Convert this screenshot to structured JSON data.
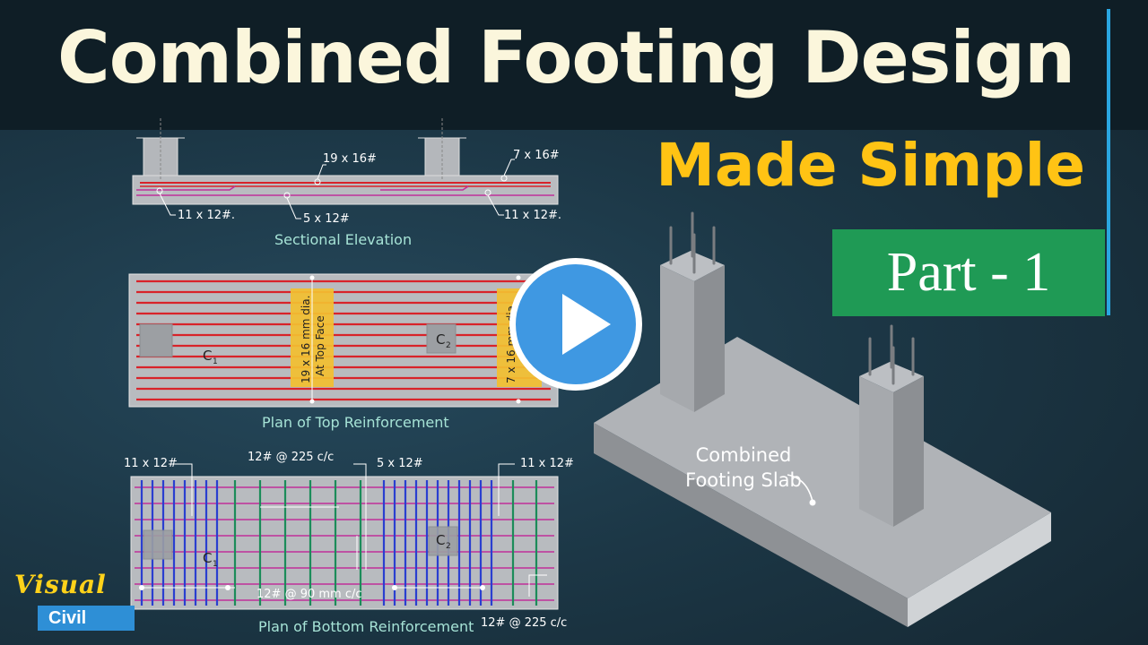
{
  "header": {
    "title": "Combined Footing Design",
    "subtitle": "Made Simple",
    "badge": "Part - 1"
  },
  "elevation": {
    "caption": "Sectional Elevation",
    "top_bars_mid": "19 x 16#",
    "top_bars_right": "7 x 16#",
    "bottom_left": "11 x 12#.",
    "bottom_mid": "5 x 12#",
    "bottom_right": "11 x 12#."
  },
  "top_plan": {
    "caption": "Plan of Top Reinforcement",
    "band1": "19 x 16 mm dia.",
    "band1b": "At Top Face",
    "band2": "7 x 16 mm dia.",
    "c1": "C",
    "c1_sub": "1",
    "c2": "C",
    "c2_sub": "2"
  },
  "bottom_plan": {
    "caption": "Plan of Bottom Reinforcement",
    "left_bars": "11 x 12#",
    "spacing_top": "12# @ 225 c/c",
    "mid_bars": "5 x 12#",
    "right_bars": "11 x 12#",
    "spacing_mid": "12# @ 90 mm c/c",
    "spacing_bottom": "12# @ 225 c/c",
    "c1": "C",
    "c1_sub": "1",
    "c2": "C",
    "c2_sub": "2"
  },
  "model": {
    "label_line1": "Combined",
    "label_line2": "Footing Slab"
  },
  "logo": {
    "line1": "Visual",
    "line2": "Civil"
  },
  "colors": {
    "top_bar": "#d8232a",
    "bottom_blue": "#2a3fd0",
    "bottom_green": "#1c8c5a",
    "bottom_pink": "#c0309a",
    "accent_yellow": "#ffc314",
    "badge_green": "#1f9a55",
    "play_blue": "#3f98e2"
  },
  "play_button": {
    "icon": "play-icon"
  }
}
